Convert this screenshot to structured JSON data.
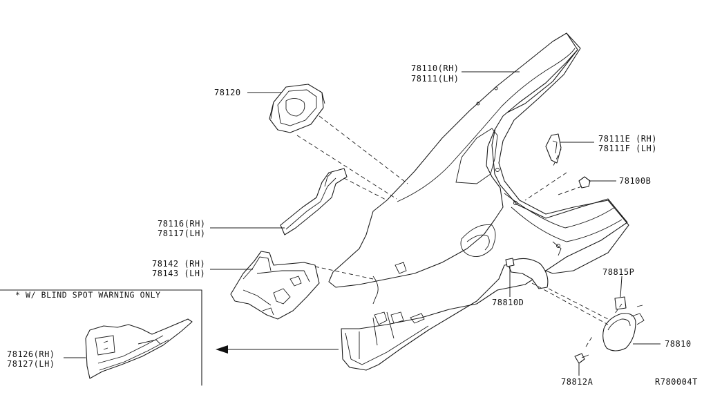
{
  "inset": {
    "title": "* W/ BLIND SPOT WARNING ONLY"
  },
  "labels": {
    "p78110": "78110(RH)",
    "p78111": "78111(LH)",
    "p78120": "78120",
    "p78111E": "78111E (RH)",
    "p78111F": "78111F (LH)",
    "p78100B": "78100B",
    "p78116": "78116(RH)",
    "p78117": "78117(LH)",
    "p78142": "78142 (RH)",
    "p78143": "78143 (LH)",
    "p78815P": "78815P",
    "p78810D": "78810D",
    "p78810": "78810",
    "p78126": "78126(RH)",
    "p78127": "78127(LH)",
    "p78812A": "78812A"
  },
  "diagram_code": "R780004T"
}
